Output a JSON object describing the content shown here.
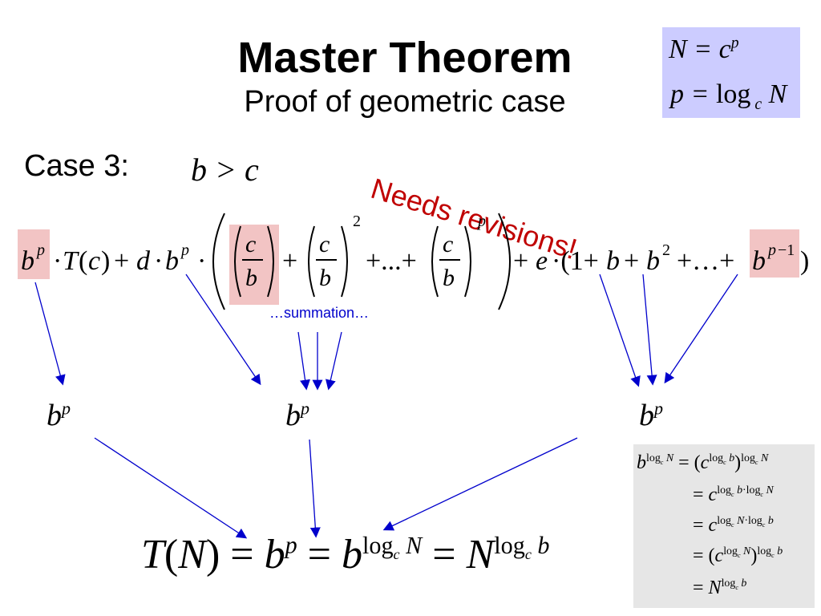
{
  "title": "Master Theorem",
  "subtitle": "Proof of geometric case",
  "defs": {
    "line1": "N = c^p",
    "line2": "p = log_c N"
  },
  "case_label": "Case 3:",
  "case_condition": "b > c",
  "annotation": "Needs revisions!",
  "summation_label": "…summation…",
  "term_label": "b^p",
  "result": "T(N) = b^p = b^(log_c N) = N^(log_c b)",
  "derivation": [
    "b^(log_c N) = (c^(log_c b))^(log_c N)",
    "= c^(log_c b · log_c N)",
    "= c^(log_c N · log_c b)",
    "= (c^(log_c N))^(log_c b)",
    "= N^(log_c b)"
  ],
  "colors": {
    "highlight": "#f2c4c4",
    "defs_box": "#ccccff",
    "annotation": "#c00000",
    "arrow": "#0000cc",
    "derivation_box": "#e6e6e6"
  }
}
